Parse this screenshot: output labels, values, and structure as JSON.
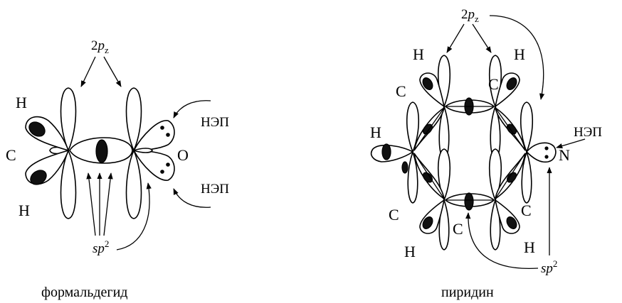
{
  "formaldehyde": {
    "atoms": {
      "h_top": "H",
      "c": "C",
      "h_bottom": "H",
      "o": "O"
    },
    "p_label": {
      "main": "2",
      "italic": "p",
      "sub": "z"
    },
    "lone_pair_top": "НЭП",
    "lone_pair_bottom": "НЭП",
    "sp2_label": {
      "italic": "sp",
      "sup": "2"
    },
    "caption": "формальдегид"
  },
  "pyridine": {
    "atoms": {
      "h_top_left": "H",
      "h_top_right": "H",
      "c_top_left": "C",
      "c_top_right": "C",
      "h_left": "H",
      "n": "N",
      "c_bottom_left": "C",
      "c_bottom_mid": "C",
      "c_bottom_right": "C",
      "h_bottom_left": "H",
      "h_bottom_right": "H"
    },
    "p_label": {
      "main": "2",
      "italic": "p",
      "sub": "z"
    },
    "lone_pair": "НЭП",
    "sp2_label": {
      "italic": "sp",
      "sup": "2"
    },
    "caption": "пиридин"
  }
}
